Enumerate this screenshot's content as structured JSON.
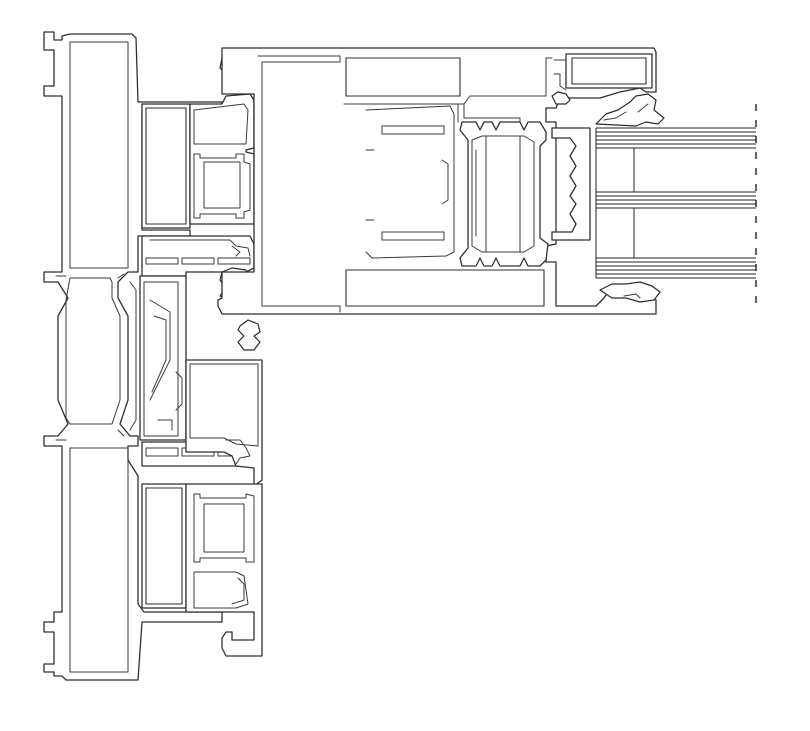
{
  "drawing": {
    "kind": "aluminium window/door frame cross-section (line drawing)",
    "colors": {
      "background": "#ffffff",
      "line": "#2f2f2f",
      "glass": "#202020"
    },
    "parts": [
      "left-outer-frame-profile",
      "left-sash-profile",
      "mullion-profile",
      "lower-sash-profile",
      "top-transom-profile",
      "glazing-bead",
      "glass-unit",
      "glazing-gaskets"
    ]
  }
}
